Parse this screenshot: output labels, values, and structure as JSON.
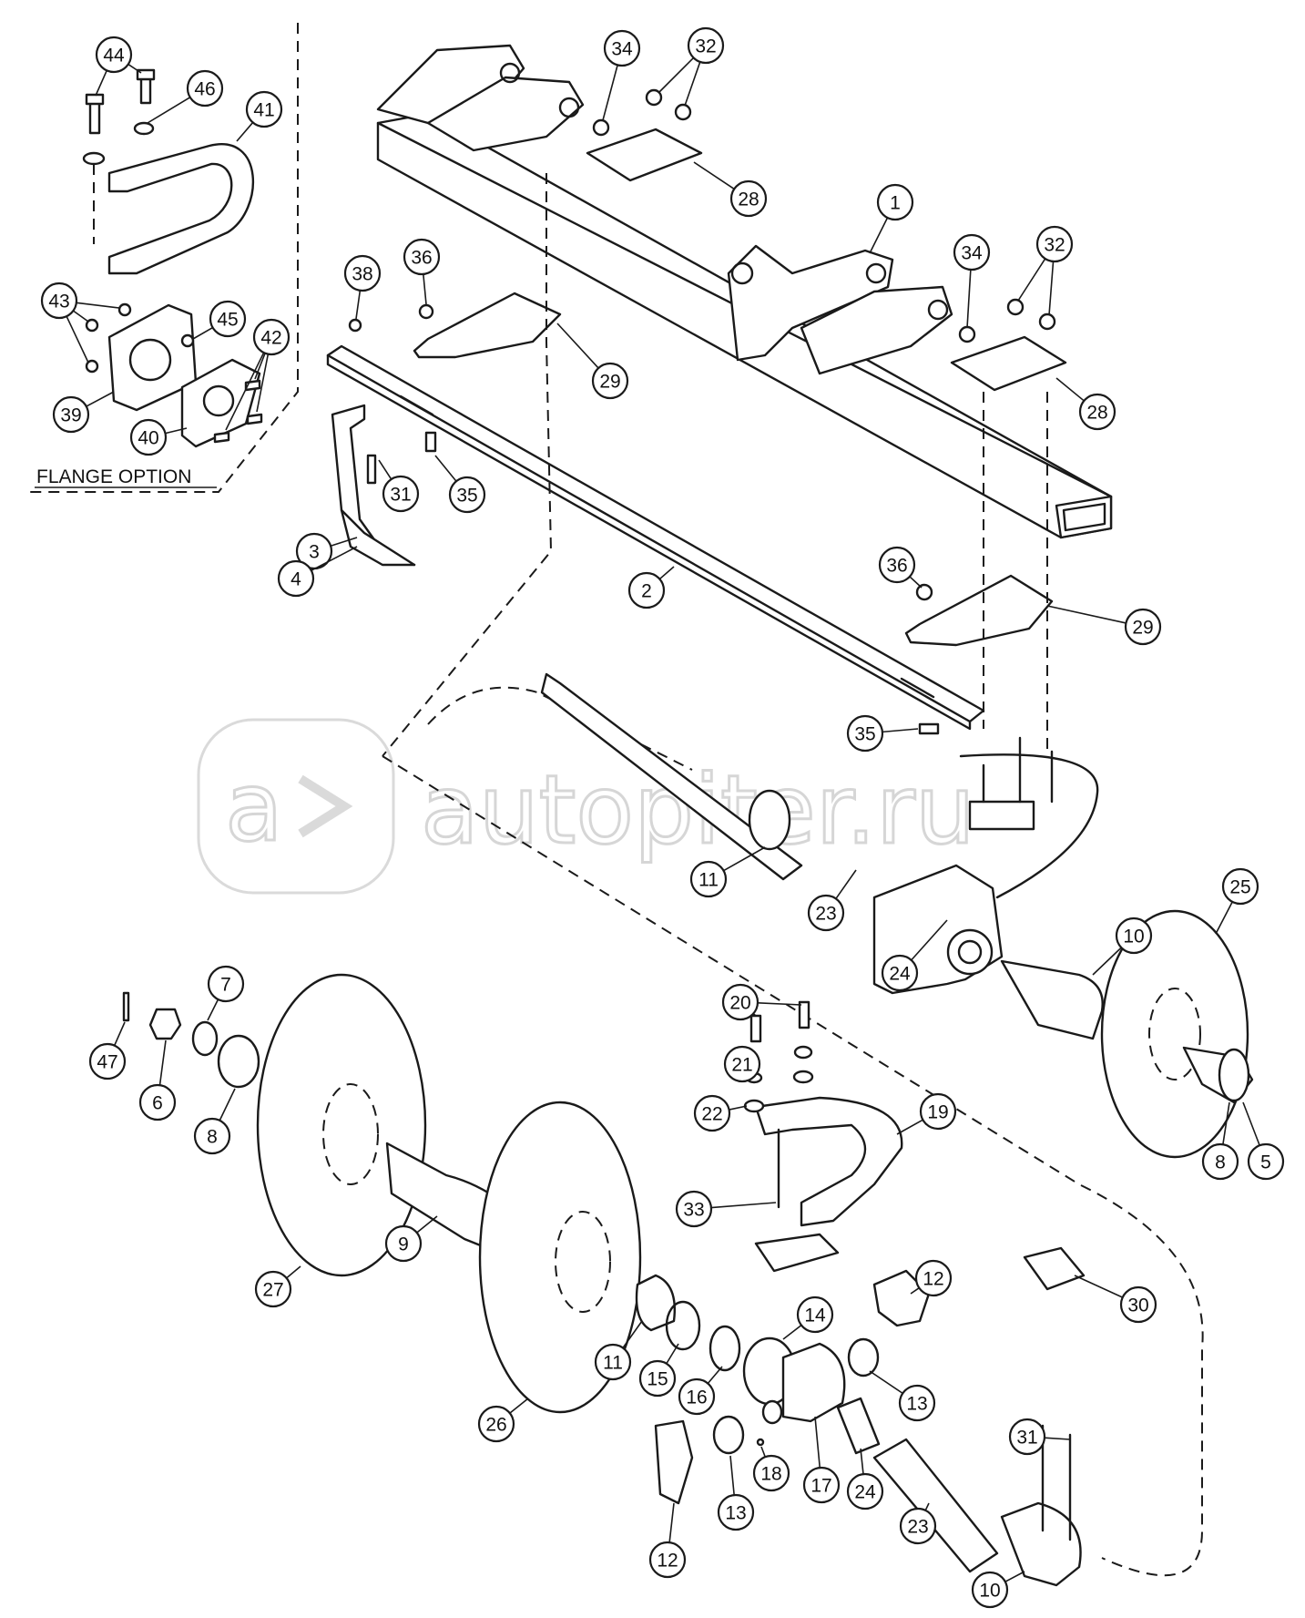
{
  "watermark": {
    "text": "autopiter.ru"
  },
  "flange_option": {
    "label": "FLANGE OPTION"
  },
  "callouts": [
    {
      "id": "c44",
      "label": "44"
    },
    {
      "id": "c46",
      "label": "46"
    },
    {
      "id": "c41",
      "label": "41"
    },
    {
      "id": "c43",
      "label": "43"
    },
    {
      "id": "c45",
      "label": "45"
    },
    {
      "id": "c42",
      "label": "42"
    },
    {
      "id": "c39",
      "label": "39"
    },
    {
      "id": "c40",
      "label": "40"
    },
    {
      "id": "c34a",
      "label": "34"
    },
    {
      "id": "c32a",
      "label": "32"
    },
    {
      "id": "c28a",
      "label": "28"
    },
    {
      "id": "c1",
      "label": "1"
    },
    {
      "id": "c34b",
      "label": "34"
    },
    {
      "id": "c32b",
      "label": "32"
    },
    {
      "id": "c28b",
      "label": "28"
    },
    {
      "id": "c38",
      "label": "38"
    },
    {
      "id": "c36a",
      "label": "36"
    },
    {
      "id": "c29a",
      "label": "29"
    },
    {
      "id": "c31a",
      "label": "31"
    },
    {
      "id": "c35a",
      "label": "35"
    },
    {
      "id": "c3",
      "label": "3"
    },
    {
      "id": "c4",
      "label": "4"
    },
    {
      "id": "c2",
      "label": "2"
    },
    {
      "id": "c36b",
      "label": "36"
    },
    {
      "id": "c29b",
      "label": "29"
    },
    {
      "id": "c35b",
      "label": "35"
    },
    {
      "id": "c11a",
      "label": "11"
    },
    {
      "id": "c23a",
      "label": "23"
    },
    {
      "id": "c24a",
      "label": "24"
    },
    {
      "id": "c10a",
      "label": "10"
    },
    {
      "id": "c25",
      "label": "25"
    },
    {
      "id": "c7",
      "label": "7"
    },
    {
      "id": "c47",
      "label": "47"
    },
    {
      "id": "c6",
      "label": "6"
    },
    {
      "id": "c8a",
      "label": "8"
    },
    {
      "id": "c20",
      "label": "20"
    },
    {
      "id": "c21",
      "label": "21"
    },
    {
      "id": "c22",
      "label": "22"
    },
    {
      "id": "c19",
      "label": "19"
    },
    {
      "id": "c33",
      "label": "33"
    },
    {
      "id": "c8b",
      "label": "8"
    },
    {
      "id": "c5",
      "label": "5"
    },
    {
      "id": "c27",
      "label": "27"
    },
    {
      "id": "c9",
      "label": "9"
    },
    {
      "id": "c12a",
      "label": "12"
    },
    {
      "id": "c30",
      "label": "30"
    },
    {
      "id": "c14",
      "label": "14"
    },
    {
      "id": "c11b",
      "label": "11"
    },
    {
      "id": "c15",
      "label": "15"
    },
    {
      "id": "c16",
      "label": "16"
    },
    {
      "id": "c13a",
      "label": "13"
    },
    {
      "id": "c26",
      "label": "26"
    },
    {
      "id": "c31b",
      "label": "31"
    },
    {
      "id": "c18",
      "label": "18"
    },
    {
      "id": "c17",
      "label": "17"
    },
    {
      "id": "c24b",
      "label": "24"
    },
    {
      "id": "c13b",
      "label": "13"
    },
    {
      "id": "c23b",
      "label": "23"
    },
    {
      "id": "c12b",
      "label": "12"
    },
    {
      "id": "c10b",
      "label": "10"
    }
  ]
}
